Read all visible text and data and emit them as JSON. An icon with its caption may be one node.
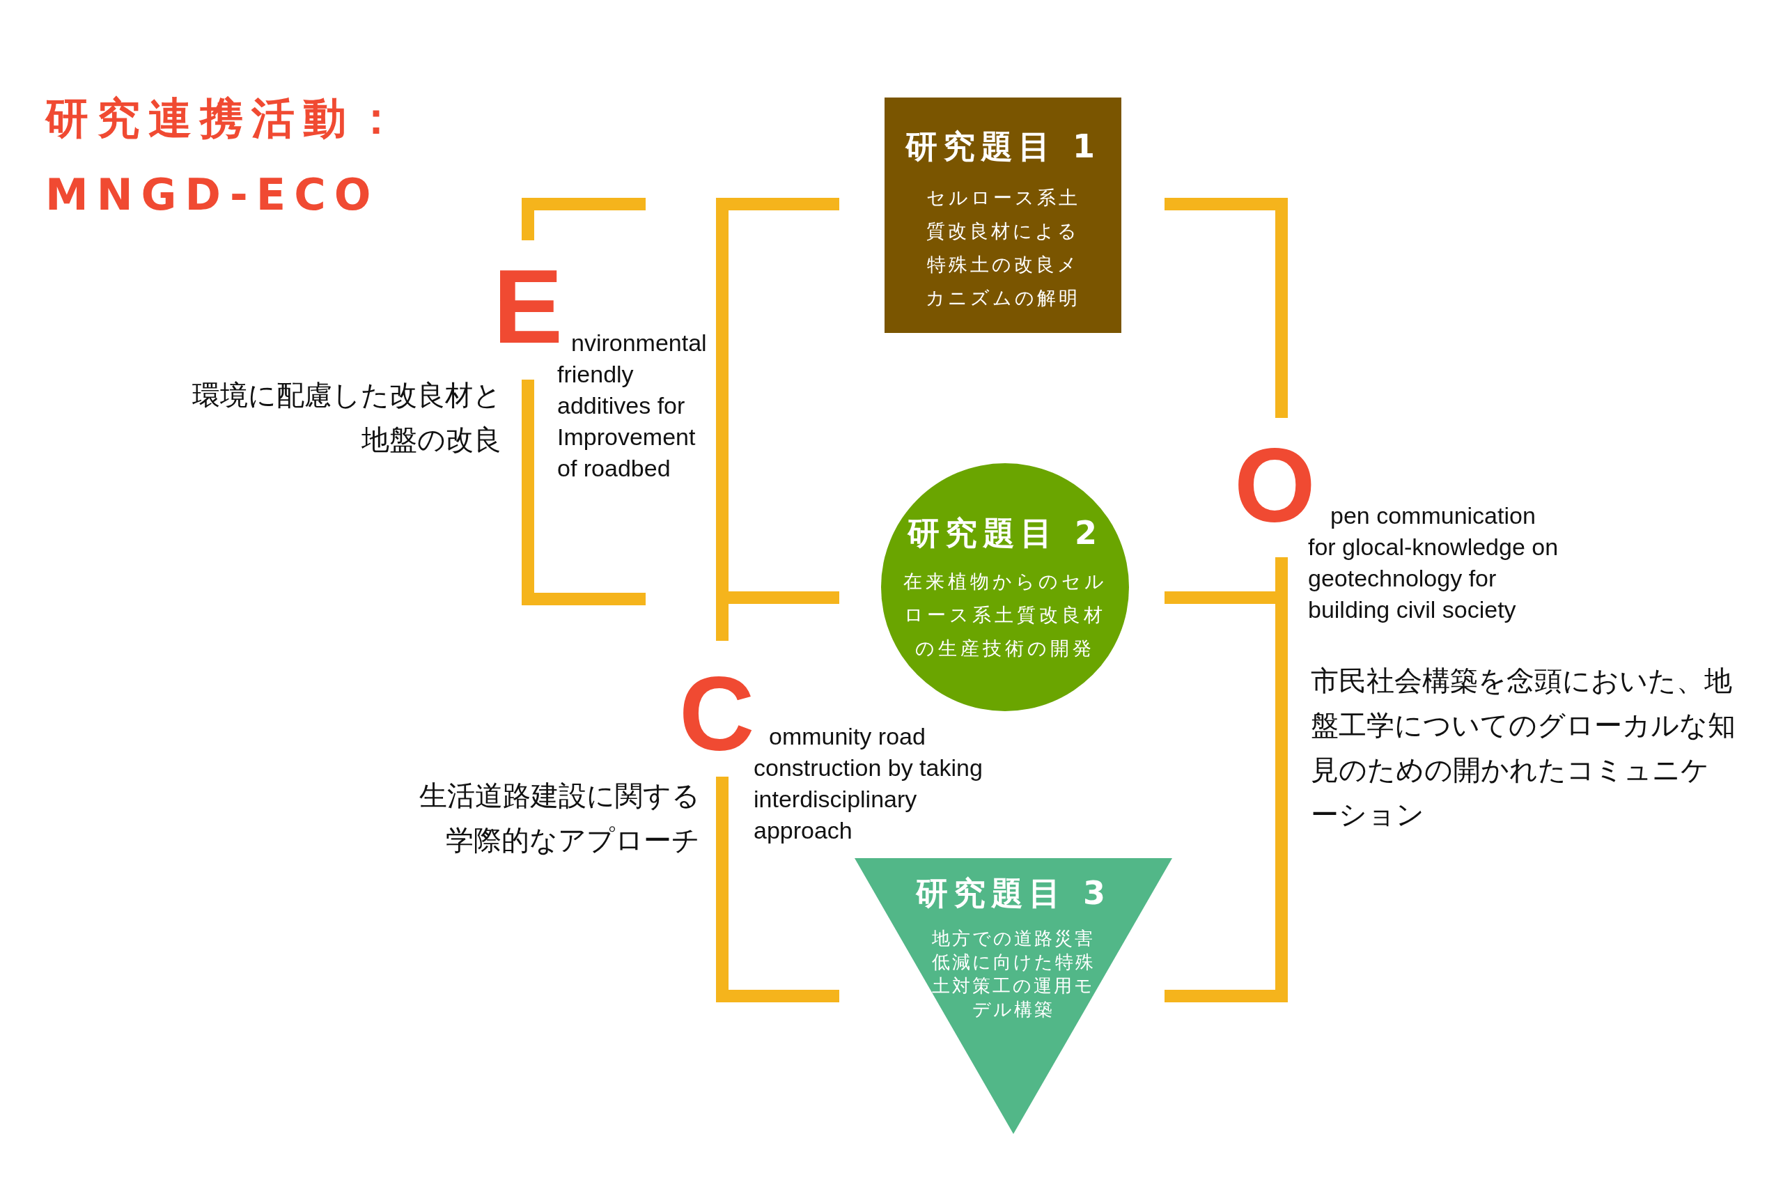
{
  "diagram": {
    "title": "研究連携活動：",
    "nodes": [
      {
        "text": [
          "研究題目 1",
          "セルロース系土質改良材による特殊土の改良メカニズムの解明"
        ]
      },
      {
        "text": [
          "研究題目 2",
          "在来植物からのセルロース系土質改良材の生産技術の開発"
        ]
      },
      {
        "text": [
          "研究題目 3",
          "地方での道路災害低減に向けた特殊土対策工の運用モデル構築"
        ]
      }
    ],
    "labels": [
      "MNGD-ECO",
      "E",
      "nvironmental friendly additives for Improvement of roadbed",
      "環境に配慮した改良材と地盤の改良",
      "O",
      "pen communication for glocal-knowledge on geotechnology for building civil society",
      "市民社会構築を念頭においた、地盤工学についてのグローカルな知見のための開かれたコミュニケーション",
      "C",
      "ommunity road construction by taking interdisciplinary approach",
      "生活道路建設に関する学際的なアプローチ"
    ]
  }
}
